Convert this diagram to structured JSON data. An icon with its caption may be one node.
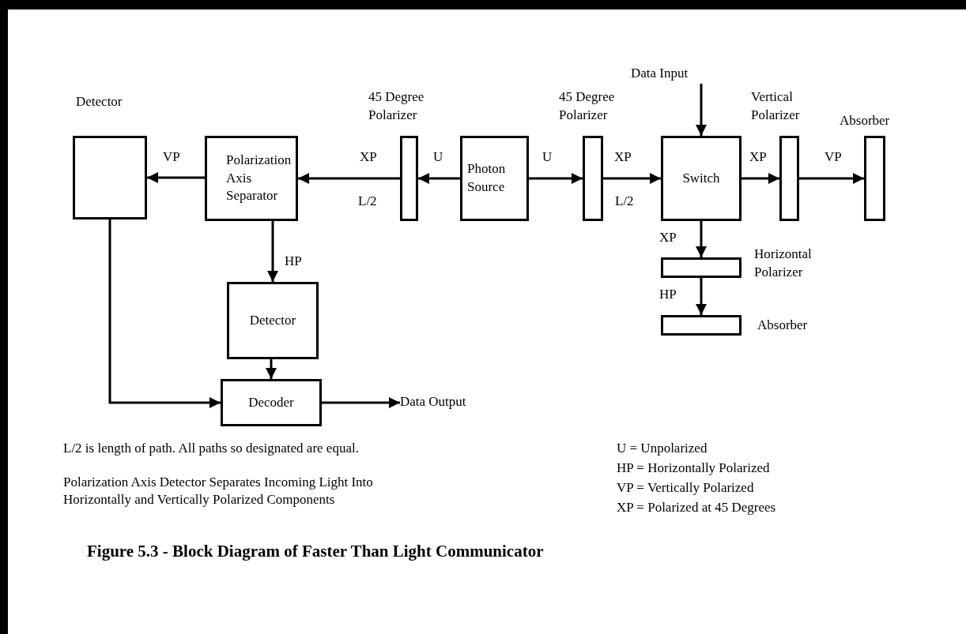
{
  "diagram": {
    "caption": "Figure 5.3 - Block Diagram of Faster Than Light Communicator",
    "nodes": [
      {
        "text": [
          "Detector"
        ]
      },
      {
        "text": [
          "Polarization Axis Separator"
        ]
      },
      {
        "text": [
          "45 Degree Polarizer"
        ]
      },
      {
        "text": [
          "Photon Source"
        ]
      },
      {
        "text": [
          "45 Degree Polarizer"
        ]
      },
      {
        "text": [
          "Switch"
        ]
      },
      {
        "text": [
          "Data Input"
        ]
      },
      {
        "text": [
          "Vertical Polarizer"
        ]
      },
      {
        "text": [
          "Absorber"
        ]
      },
      {
        "text": [
          "Horizontal Polarizer"
        ]
      },
      {
        "text": [
          "Absorber"
        ]
      },
      {
        "text": [
          "Detector"
        ]
      },
      {
        "text": [
          "Decoder"
        ]
      },
      {
        "text": [
          "Data Output"
        ]
      }
    ],
    "edges": [
      {
        "from": 1,
        "to": 0,
        "arrow": "to",
        "label": "VP"
      },
      {
        "from": 2,
        "to": 1,
        "arrow": "to",
        "label": "XP"
      },
      {
        "from": 3,
        "to": 2,
        "arrow": "to",
        "label": "U"
      },
      {
        "from": 3,
        "to": 4,
        "arrow": "to",
        "label": "U"
      },
      {
        "from": 4,
        "to": 5,
        "arrow": "to",
        "label": "XP"
      },
      {
        "from": 6,
        "to": 5,
        "arrow": "to"
      },
      {
        "from": 5,
        "to": 7,
        "arrow": "to",
        "label": "XP"
      },
      {
        "from": 7,
        "to": 8,
        "arrow": "to",
        "label": "VP"
      },
      {
        "from": 5,
        "to": 9,
        "arrow": "to",
        "label": "XP"
      },
      {
        "from": 9,
        "to": 10,
        "arrow": "to",
        "label": "HP"
      },
      {
        "from": 1,
        "to": 11,
        "arrow": "to",
        "label": "HP"
      },
      {
        "from": 11,
        "to": 12,
        "arrow": "to"
      },
      {
        "from": 0,
        "to": 12,
        "arrow": "to"
      },
      {
        "from": 12,
        "to": 13,
        "arrow": "to"
      }
    ],
    "labels": [
      "L/2",
      "L/2",
      "L/2 is length of path. All paths so designated are equal.",
      "Polarization Axis Detector Separates Incoming Light Into Horizontally and Vertically Polarized Components",
      "U = Unpolarized",
      "HP = Horizontally Polarized",
      "VP = Vertically Polarized",
      "XP = Polarized at 45 Degrees"
    ]
  }
}
